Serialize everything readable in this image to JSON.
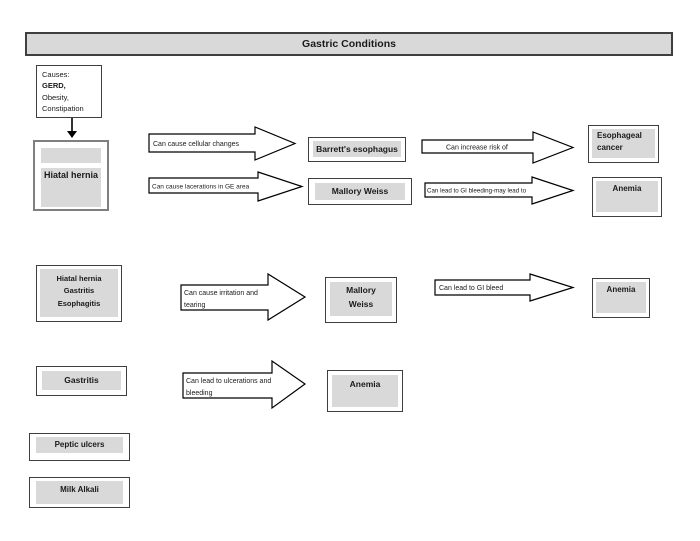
{
  "colors": {
    "box_fill": "#d9d9d9",
    "box_border": "#3f3f3f",
    "arrow_outline": "#000000"
  },
  "title": "Gastric Conditions",
  "causes": {
    "heading": "Causes:",
    "cause_bold": "GERD,",
    "cause2": "Obesity,",
    "cause3": "Constipation"
  },
  "chain1": {
    "source": "Hiatal hernia",
    "arrow_a": "Can cause cellular changes",
    "barretts": "Barrett's esophagus",
    "arrow_b": "Can increase risk of",
    "cancer_l1": "Esophageal",
    "cancer_l2": "cancer",
    "arrow_c": "Can cause lacerations in GE area",
    "mallory": "Mallory Weiss",
    "arrow_d": "Can lead to GI bleeding-may lead to",
    "anemia": "Anemia"
  },
  "chain2": {
    "source_l1": "Hiatal hernia",
    "source_l2": "Gastritis",
    "source_l3": "Esophagitis",
    "arrow_a_l1": "Can cause irritation and",
    "arrow_a_l2": "tearing",
    "mallory_l1": "Mallory",
    "mallory_l2": "Weiss",
    "arrow_b": "Can lead to GI bleed",
    "anemia": "Anemia"
  },
  "chain3": {
    "source": "Gastritis",
    "arrow_a_l1": "Can lead to ulcerations and",
    "arrow_a_l2": "bleeding",
    "anemia": "Anemia"
  },
  "standalone": {
    "peptic_ulcers": "Peptic ulcers",
    "milk_alkali": "Milk Alkali"
  }
}
